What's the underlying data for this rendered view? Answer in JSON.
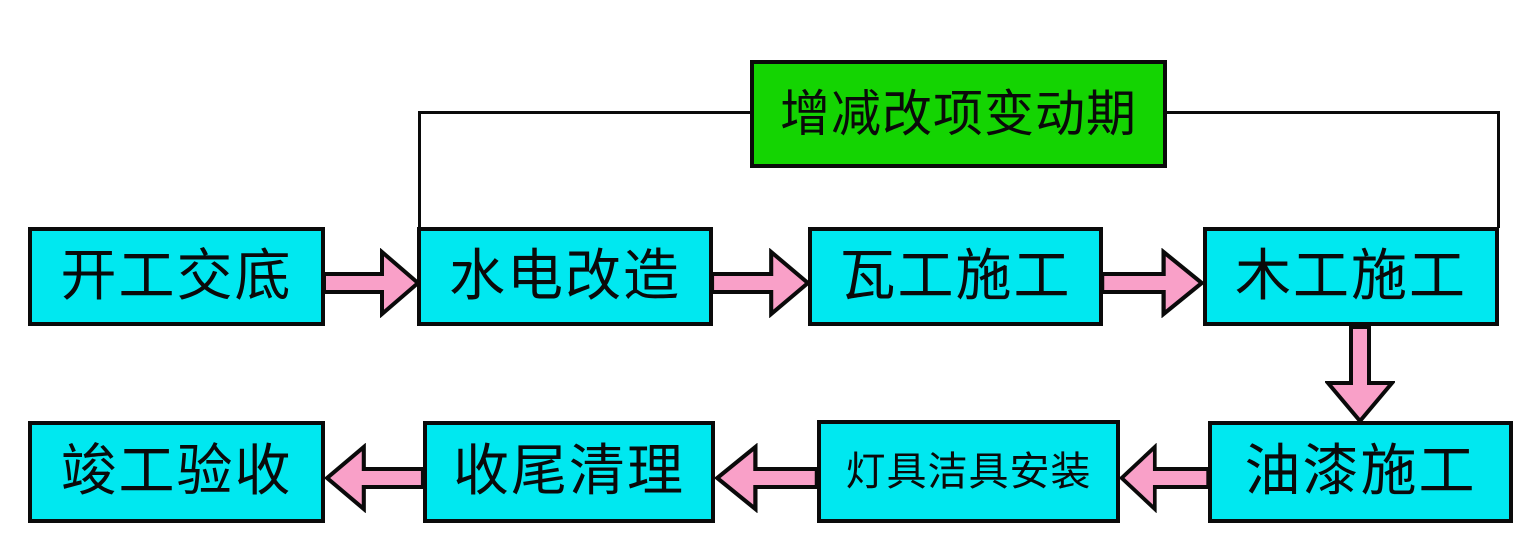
{
  "diagram": {
    "title_box": {
      "id": "change-period",
      "label": "增减改项变动期"
    },
    "row1": [
      {
        "id": "construction-briefing",
        "label": "开工交底"
      },
      {
        "id": "plumbing-electrical",
        "label": "水电改造"
      },
      {
        "id": "tiling-work",
        "label": "瓦工施工"
      },
      {
        "id": "carpentry-work",
        "label": "木工施工"
      }
    ],
    "row2": [
      {
        "id": "completion-acceptance",
        "label": "竣工验收"
      },
      {
        "id": "final-cleanup",
        "label": "收尾清理"
      },
      {
        "id": "fixture-installation",
        "label": "灯具洁具安装"
      },
      {
        "id": "painting-work",
        "label": "油漆施工"
      }
    ],
    "arrows": [
      {
        "from": "construction-briefing",
        "to": "plumbing-electrical",
        "direction": "right"
      },
      {
        "from": "plumbing-electrical",
        "to": "tiling-work",
        "direction": "right"
      },
      {
        "from": "tiling-work",
        "to": "carpentry-work",
        "direction": "right"
      },
      {
        "from": "carpentry-work",
        "to": "painting-work",
        "direction": "down"
      },
      {
        "from": "painting-work",
        "to": "fixture-installation",
        "direction": "left"
      },
      {
        "from": "fixture-installation",
        "to": "final-cleanup",
        "direction": "left"
      },
      {
        "from": "final-cleanup",
        "to": "completion-acceptance",
        "direction": "left"
      }
    ],
    "connectors": [
      {
        "from": "change-period",
        "to": "plumbing-electrical",
        "attach": "top-left-corner"
      },
      {
        "from": "change-period",
        "to": "carpentry-work",
        "attach": "top-right-corner"
      }
    ],
    "colors": {
      "node_fill": "#00e8f0",
      "title_fill": "#14d402",
      "arrow_fill": "#f9a0c8",
      "border": "#0a0a0a"
    }
  }
}
